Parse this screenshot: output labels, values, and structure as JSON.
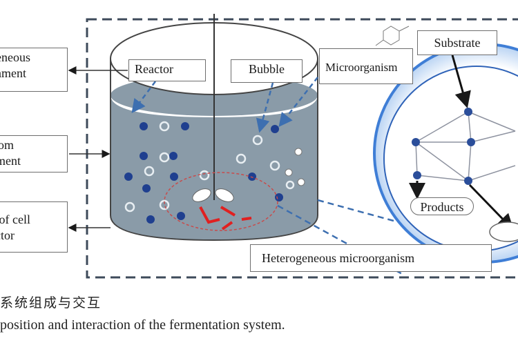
{
  "labels": {
    "reactor": "Reactor",
    "bubble": "Bubble",
    "microorganism": "Microorganism",
    "substrate": "Substrate",
    "products": "Products",
    "heterogeneous_microorganism": "Heterogeneous microorganism"
  },
  "left_boxes": [
    {
      "line1": "geneous",
      "line2": "nament"
    },
    {
      "line1": "from",
      "line2": "nment"
    },
    {
      "line1": "n of cell",
      "line2": "actor"
    }
  ],
  "caption": {
    "zh": "系统组成与交互",
    "en": "position and interaction of the fermentation system."
  },
  "colors": {
    "liquid": "#8a9ba8",
    "dark_particle": "#1f3f8f",
    "network_line": "#8e93a0",
    "cell_border": "#3f7ed6",
    "dashed_frame": "#3d4a5a",
    "red_arrow": "#e02020"
  }
}
